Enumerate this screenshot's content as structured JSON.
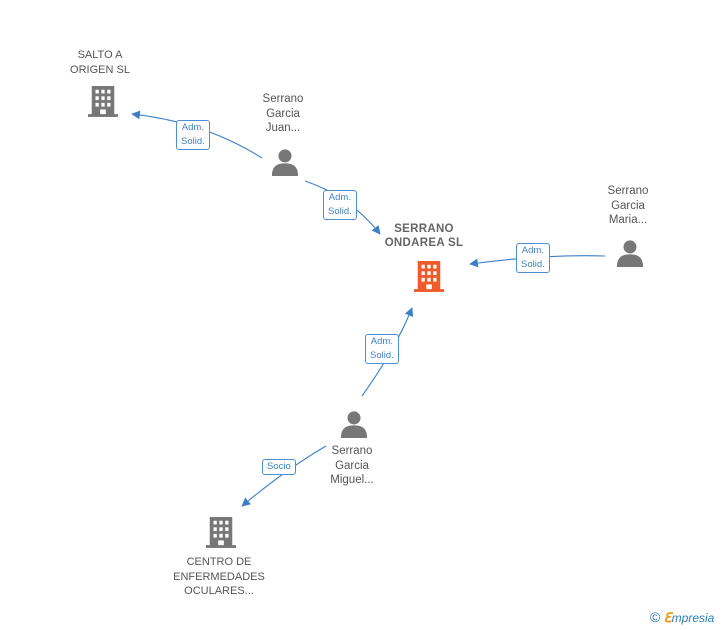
{
  "colors": {
    "edge": "#3d7fc7",
    "node_gray": "#777777",
    "main_company": "#f05a28"
  },
  "nodes": {
    "salto": {
      "type": "company",
      "lines": [
        "SALTO A",
        "ORIGEN SL"
      ]
    },
    "main": {
      "type": "company",
      "lines": [
        "SERRANO",
        "ONDAREA  SL"
      ]
    },
    "centro": {
      "type": "company",
      "lines": [
        "CENTRO DE",
        "ENFERMEDADES",
        "OCULARES..."
      ]
    },
    "juan": {
      "type": "person",
      "lines": [
        "Serrano",
        "Garcia",
        "Juan..."
      ]
    },
    "maria": {
      "type": "person",
      "lines": [
        "Serrano",
        "Garcia",
        "Maria..."
      ]
    },
    "miguel": {
      "type": "person",
      "lines": [
        "Serrano",
        "Garcia",
        "Miguel..."
      ]
    }
  },
  "edges": [
    {
      "from": "juan",
      "to": "salto",
      "lines": [
        "Adm.",
        "Solid."
      ]
    },
    {
      "from": "juan",
      "to": "main",
      "lines": [
        "Adm.",
        "Solid."
      ]
    },
    {
      "from": "maria",
      "to": "main",
      "lines": [
        "Adm.",
        "Solid."
      ]
    },
    {
      "from": "miguel",
      "to": "main",
      "lines": [
        "Adm.",
        "Solid."
      ]
    },
    {
      "from": "miguel",
      "to": "centro",
      "lines": [
        "Socio"
      ]
    }
  ],
  "brand": {
    "copyright": "©",
    "initial": "ℇ",
    "rest": "mpresia"
  }
}
